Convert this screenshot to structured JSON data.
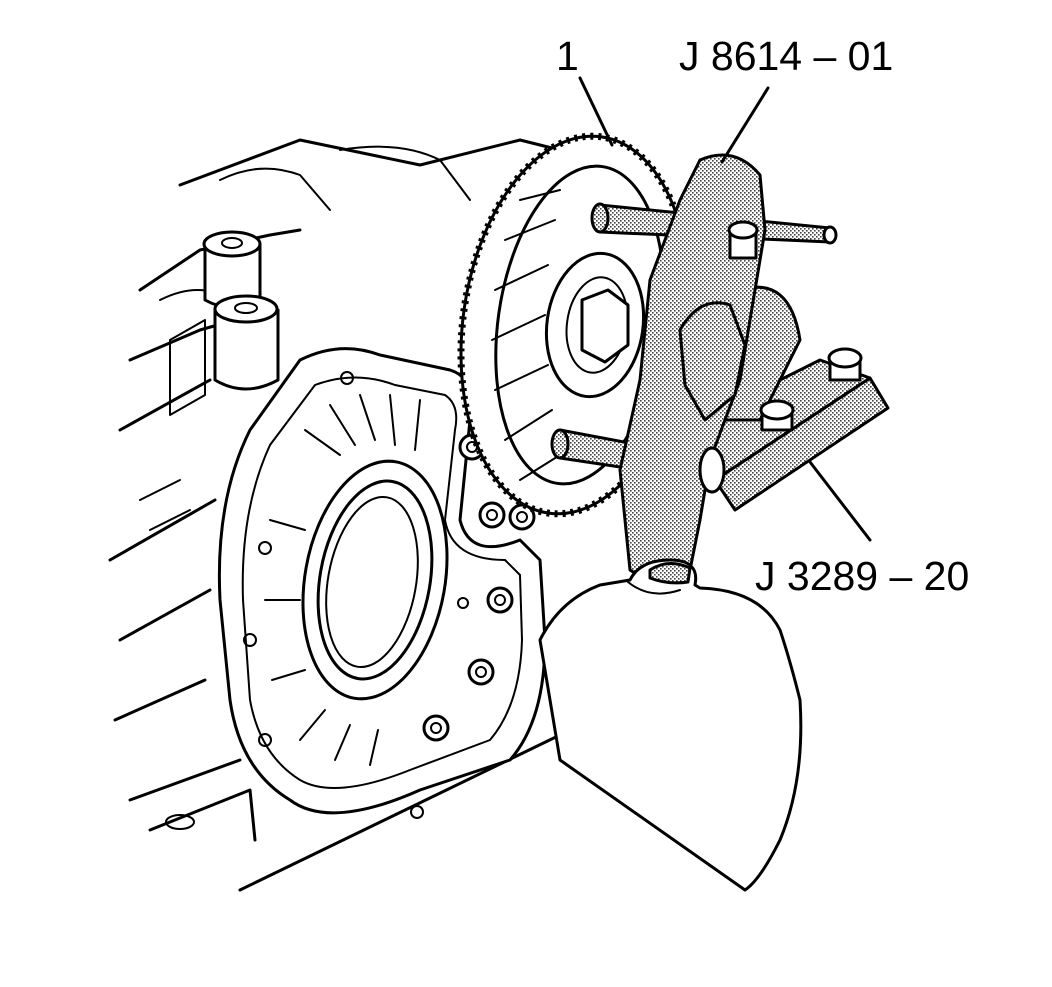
{
  "callouts": {
    "gear": "1",
    "tool_upper": "J 8614 – 01",
    "tool_lower": "J 3289 – 20"
  }
}
